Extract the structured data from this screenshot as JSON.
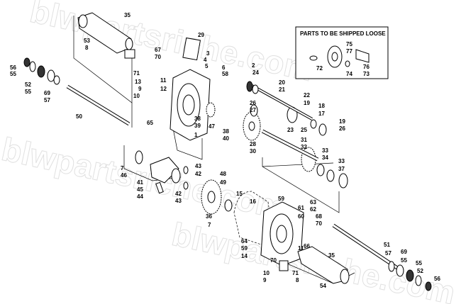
{
  "watermark": {
    "top": "blwpartsriche.com",
    "middle": "blwpartsriche.com",
    "bottom": "blwpartsriche.com"
  },
  "loose_parts_title": "PARTS TO BE SHIPPED LOOSE",
  "callouts": [
    {
      "id": "c35a",
      "text": "35"
    },
    {
      "id": "c53",
      "text": "53"
    },
    {
      "id": "c8a",
      "text": "8"
    },
    {
      "id": "c29",
      "text": "29"
    },
    {
      "id": "c67",
      "text": "67"
    },
    {
      "id": "c70a",
      "text": "70"
    },
    {
      "id": "c3",
      "text": "3"
    },
    {
      "id": "c4",
      "text": "4"
    },
    {
      "id": "c5",
      "text": "5"
    },
    {
      "id": "c6",
      "text": "6"
    },
    {
      "id": "c58",
      "text": "58"
    },
    {
      "id": "c71a",
      "text": "71"
    },
    {
      "id": "c56a",
      "text": "56"
    },
    {
      "id": "c55a",
      "text": "55"
    },
    {
      "id": "c52a",
      "text": "52"
    },
    {
      "id": "c55b",
      "text": "55"
    },
    {
      "id": "c69a",
      "text": "69"
    },
    {
      "id": "c57a",
      "text": "57"
    },
    {
      "id": "c13",
      "text": "13"
    },
    {
      "id": "c9a",
      "text": "9"
    },
    {
      "id": "c10a",
      "text": "10"
    },
    {
      "id": "c11a",
      "text": "11"
    },
    {
      "id": "c12",
      "text": "12"
    },
    {
      "id": "c50",
      "text": "50"
    },
    {
      "id": "c65",
      "text": "65"
    },
    {
      "id": "c1",
      "text": "1"
    },
    {
      "id": "c38a",
      "text": "38"
    },
    {
      "id": "c39",
      "text": "39"
    },
    {
      "id": "c47",
      "text": "47"
    },
    {
      "id": "c38b",
      "text": "38"
    },
    {
      "id": "c40",
      "text": "40"
    },
    {
      "id": "c2",
      "text": "2"
    },
    {
      "id": "c24",
      "text": "24"
    },
    {
      "id": "c20",
      "text": "20"
    },
    {
      "id": "c21",
      "text": "21"
    },
    {
      "id": "c26a",
      "text": "26"
    },
    {
      "id": "c27",
      "text": "27"
    },
    {
      "id": "c28",
      "text": "28"
    },
    {
      "id": "c30",
      "text": "30"
    },
    {
      "id": "c22",
      "text": "22"
    },
    {
      "id": "c19a",
      "text": "19"
    },
    {
      "id": "c18",
      "text": "18"
    },
    {
      "id": "c17",
      "text": "17"
    },
    {
      "id": "c23",
      "text": "23"
    },
    {
      "id": "c25",
      "text": "25"
    },
    {
      "id": "c19b",
      "text": "19"
    },
    {
      "id": "c26b",
      "text": "26"
    },
    {
      "id": "c31",
      "text": "31"
    },
    {
      "id": "c32",
      "text": "32"
    },
    {
      "id": "c33a",
      "text": "33"
    },
    {
      "id": "c34",
      "text": "34"
    },
    {
      "id": "c33b",
      "text": "33"
    },
    {
      "id": "c37",
      "text": "37"
    },
    {
      "id": "c7a",
      "text": "7"
    },
    {
      "id": "c46",
      "text": "46"
    },
    {
      "id": "c43a",
      "text": "43"
    },
    {
      "id": "c42a",
      "text": "42"
    },
    {
      "id": "c48",
      "text": "48"
    },
    {
      "id": "c49",
      "text": "49"
    },
    {
      "id": "c41",
      "text": "41"
    },
    {
      "id": "c45",
      "text": "45"
    },
    {
      "id": "c44",
      "text": "44"
    },
    {
      "id": "c42b",
      "text": "42"
    },
    {
      "id": "c43b",
      "text": "43"
    },
    {
      "id": "c15",
      "text": "15"
    },
    {
      "id": "c16",
      "text": "16"
    },
    {
      "id": "c59a",
      "text": "59"
    },
    {
      "id": "c63",
      "text": "63"
    },
    {
      "id": "c61",
      "text": "61"
    },
    {
      "id": "c62",
      "text": "62"
    },
    {
      "id": "c60",
      "text": "60"
    },
    {
      "id": "c68",
      "text": "68"
    },
    {
      "id": "c36",
      "text": "36"
    },
    {
      "id": "c7b",
      "text": "7"
    },
    {
      "id": "c70b",
      "text": "70"
    },
    {
      "id": "c64",
      "text": "64"
    },
    {
      "id": "c59b",
      "text": "59"
    },
    {
      "id": "c14",
      "text": "14"
    },
    {
      "id": "c66",
      "text": "66"
    },
    {
      "id": "c11b",
      "text": "11"
    },
    {
      "id": "c35b",
      "text": "35"
    },
    {
      "id": "c70c",
      "text": "70"
    },
    {
      "id": "c71b",
      "text": "71"
    },
    {
      "id": "c10b",
      "text": "10"
    },
    {
      "id": "c9b",
      "text": "9"
    },
    {
      "id": "c8b",
      "text": "8"
    },
    {
      "id": "c54",
      "text": "54"
    },
    {
      "id": "c51",
      "text": "51"
    },
    {
      "id": "c57b",
      "text": "57"
    },
    {
      "id": "c69b",
      "text": "69"
    },
    {
      "id": "c55c",
      "text": "55"
    },
    {
      "id": "c52b",
      "text": "52"
    },
    {
      "id": "c55d",
      "text": "55"
    },
    {
      "id": "c56b",
      "text": "56"
    },
    {
      "id": "c75",
      "text": "75"
    },
    {
      "id": "c77",
      "text": "77"
    },
    {
      "id": "c76",
      "text": "76"
    },
    {
      "id": "c72",
      "text": "72"
    },
    {
      "id": "c74",
      "text": "74"
    },
    {
      "id": "c73",
      "text": "73"
    }
  ]
}
